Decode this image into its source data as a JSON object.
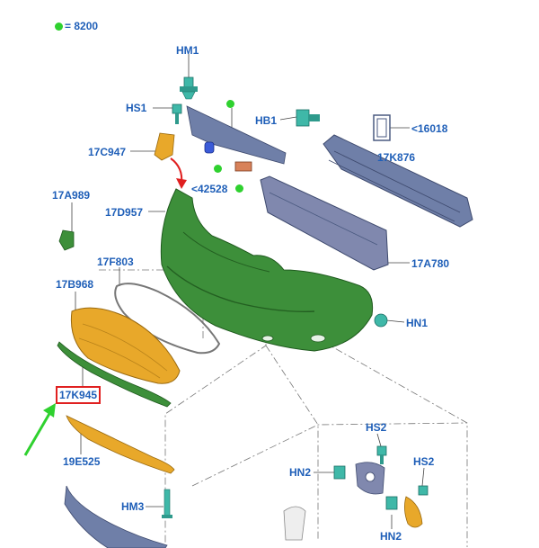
{
  "legend": {
    "dot_color": "#2fd12f",
    "text": "= 8200"
  },
  "labels": {
    "hm1": "HM1",
    "hs1": "HS1",
    "hb1": "HB1",
    "p16018": "<16018",
    "p17c947": "17C947",
    "p17k876": "17K876",
    "p42528": "<42528",
    "p17a989": "17A989",
    "p17d957": "17D957",
    "p17f803": "17F803",
    "p17a780": "17A780",
    "p17b968": "17B968",
    "hn1": "HN1",
    "p17k945": "17K945",
    "p19e525": "19E525",
    "hs2a": "HS2",
    "hn2a": "HN2",
    "hs2b": "HS2",
    "hm3": "HM3",
    "hn2b": "HN2"
  },
  "colors": {
    "label": "#1f5fb8",
    "highlight_box": "#e02020",
    "bumper_cover": "#3d8f3a",
    "grille_orange": "#e8a82a",
    "reinforcement_blue": "#6f7fa8",
    "fastener_teal": "#3fb8a8",
    "arrow_green": "#2fd12f",
    "arrow_red": "#e02020"
  }
}
